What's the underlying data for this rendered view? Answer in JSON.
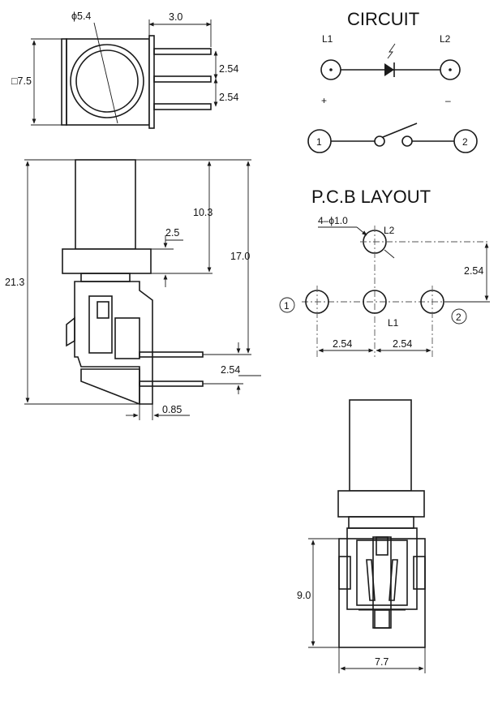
{
  "titles": {
    "circuit": "CIRCUIT",
    "pcb": "P.C.B LAYOUT"
  },
  "top_view": {
    "dia": "ϕ5.4",
    "width": "3.0",
    "square": "□7.5",
    "pitch1": "2.54",
    "pitch2": "2.54"
  },
  "side_view": {
    "total": "21.3",
    "cap": "10.3",
    "body": "17.0",
    "ring": "2.5",
    "pin_pitch": "2.54",
    "pin_dia": "0.85"
  },
  "circuit": {
    "l1": "L1",
    "l2": "L2",
    "plus": "+",
    "minus": "–",
    "node1": "1",
    "node2": "2"
  },
  "pcb": {
    "hole_spec": "4–ϕ1.0",
    "l2": "L2",
    "l1": "L1",
    "vertical": "2.54",
    "horiz1": "2.54",
    "horiz2": "2.54",
    "node1": "1",
    "node2": "2"
  },
  "front_view": {
    "height": "9.0",
    "width": "7.7"
  }
}
